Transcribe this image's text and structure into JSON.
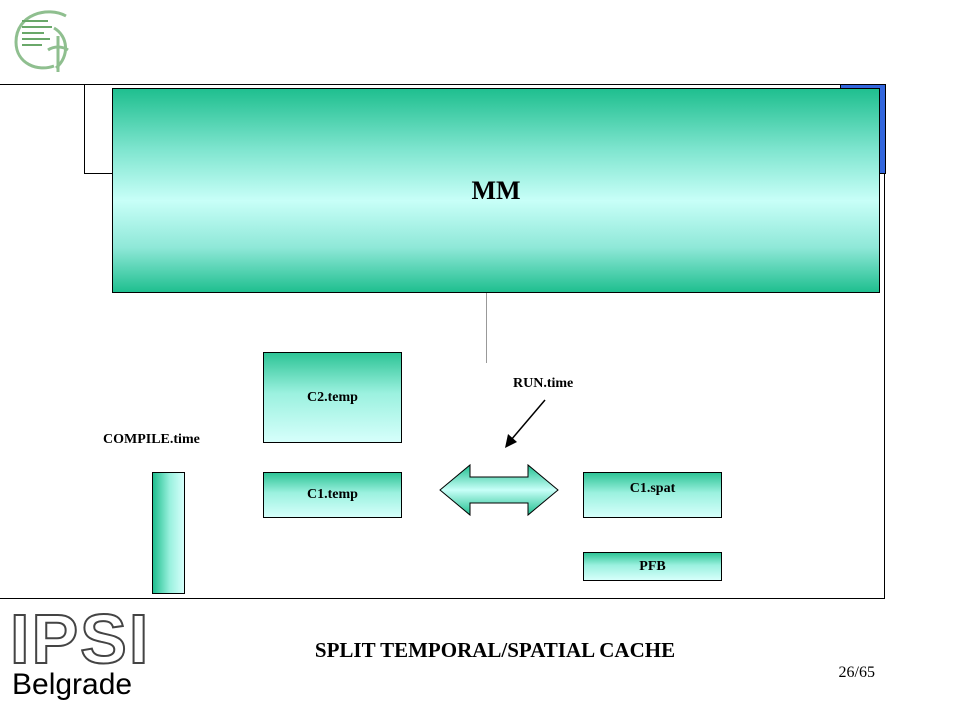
{
  "diagram": {
    "mm_label": "MM",
    "c2temp_label": "C2.temp",
    "c1temp_label": "C1.temp",
    "c1spat_label": "C1.spat",
    "pfb_label": "PFB",
    "compile_label": "COMPILE.time",
    "run_label": "RUN.time"
  },
  "footer": {
    "title": "SPLIT TEMPORAL/SPATIAL CACHE",
    "page_number": "26/65",
    "logo_main": "IPSI",
    "logo_sub": "Belgrade"
  },
  "colors": {
    "accent_green": "#1fbf8f",
    "light_cyan": "#c8fff8",
    "frame_blue": "#3366dd"
  }
}
